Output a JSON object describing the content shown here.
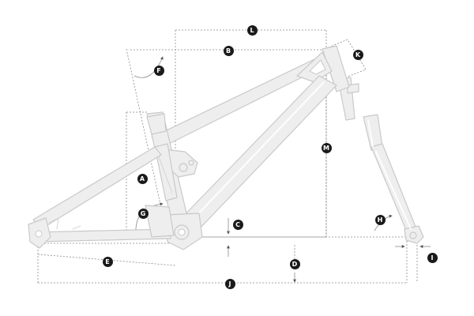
{
  "diagram": {
    "markers": [
      {
        "id": "L",
        "label": "L"
      },
      {
        "id": "B",
        "label": "B"
      },
      {
        "id": "K",
        "label": "K"
      },
      {
        "id": "F",
        "label": "F"
      },
      {
        "id": "M",
        "label": "M"
      },
      {
        "id": "A",
        "label": "A"
      },
      {
        "id": "G",
        "label": "G"
      },
      {
        "id": "C",
        "label": "C"
      },
      {
        "id": "H",
        "label": "H"
      },
      {
        "id": "E",
        "label": "E"
      },
      {
        "id": "D",
        "label": "D"
      },
      {
        "id": "I",
        "label": "I"
      },
      {
        "id": "J",
        "label": "J"
      }
    ],
    "colors": {
      "frame": "#eeeeee",
      "frame_outline": "#c9c9c9",
      "dimension_line": "#8a8a8a",
      "marker_bg": "#1a1a1a",
      "marker_text": "#ffffff"
    }
  }
}
